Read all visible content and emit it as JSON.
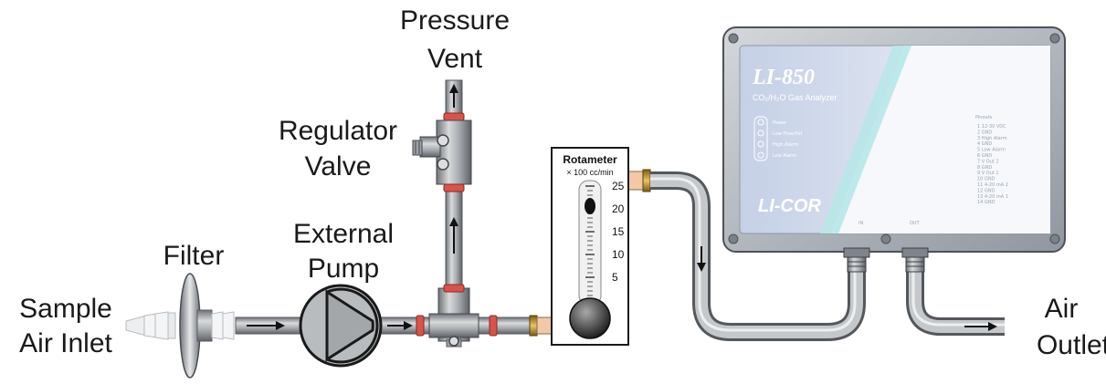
{
  "labels": {
    "sample_air_inlet": [
      "Sample",
      "Air Inlet"
    ],
    "filter": "Filter",
    "external_pump": [
      "External",
      "Pump"
    ],
    "regulator_valve": [
      "Regulator",
      "Valve"
    ],
    "pressure_vent": [
      "Pressure",
      "Vent"
    ],
    "air_outlet": [
      "Air",
      "Outlet"
    ]
  },
  "rotameter": {
    "title": "Rotameter",
    "units": "× 100 cc/min",
    "scale": [
      "25",
      "20",
      "15",
      "10",
      "5"
    ]
  },
  "analyzer": {
    "brand": "LI-850",
    "subtitle": "CO₂/H₂O Gas Analyzer",
    "maker_logo": "LI-COR",
    "port_in": "IN",
    "port_out": "OUT",
    "indicators": [
      "Power",
      "Low Flow/Init",
      "High Alarm",
      "Low Alarm"
    ],
    "pinout_title": "Pinouts",
    "pinout": [
      "1  12-30 VDC",
      "2  GND",
      "3  High Alarm",
      "4  GND",
      "5  Low Alarm",
      "6  GND",
      "7  V Out 2",
      "8  GND",
      "9  V Out 1",
      "10  GND",
      "11  4-20 mA 2",
      "12  GND",
      "13  4-20 mA 1",
      "14  GND"
    ]
  },
  "colors": {
    "pipe": "#9da1a5",
    "fitting_red": "#d9534a",
    "brass": "#c99a3a",
    "enclosure": "#b5bac0",
    "panel": "#dfe6f3"
  }
}
